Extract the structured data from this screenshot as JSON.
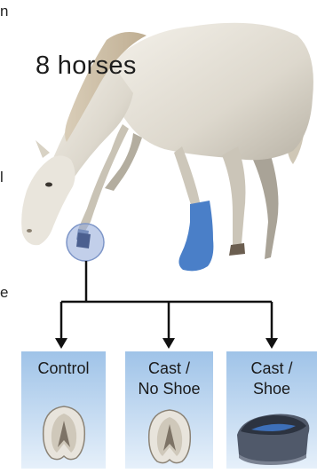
{
  "title": "8 horses",
  "edge_letters": [
    "n",
    "l",
    "e"
  ],
  "groups": [
    {
      "label": "Control",
      "image": "hoof-icon"
    },
    {
      "label": "Cast /\nNo Shoe",
      "image": "hoof-icon"
    },
    {
      "label": "Cast /\nShoe",
      "image": "cast-shoe-icon"
    }
  ],
  "colors": {
    "box_top": "#9fc3e8",
    "box_bottom": "#e6f0fa",
    "cast": "#4a7fc8",
    "highlight_circle": "#8fa8d8",
    "arrows": "#111111"
  }
}
